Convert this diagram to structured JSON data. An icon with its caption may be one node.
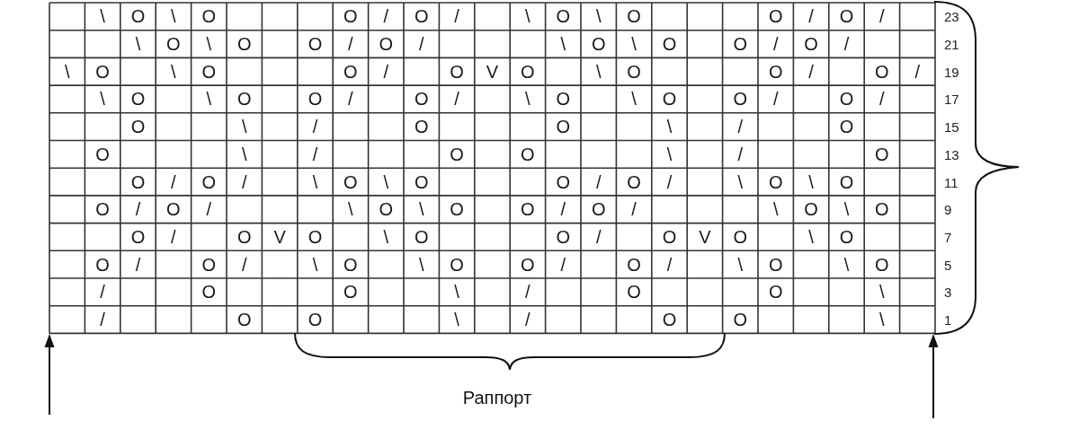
{
  "diagram": {
    "labels": [
      "\\",
      "O",
      "\\",
      "O",
      "O",
      "/",
      "O",
      "/",
      "\\",
      "O",
      "\\",
      "O",
      "O",
      "/",
      "O",
      "/",
      "23",
      "\\",
      "O",
      "\\",
      "O",
      "O",
      "/",
      "O",
      "/",
      "\\",
      "O",
      "\\",
      "O",
      "O",
      "/",
      "O",
      "/",
      "21",
      "\\",
      "O",
      "\\",
      "O",
      "O",
      "/",
      "O",
      "V",
      "O",
      "\\",
      "O",
      "O",
      "/",
      "O",
      "/",
      "19",
      "\\",
      "O",
      "\\",
      "O",
      "O",
      "/",
      "O",
      "/",
      "\\",
      "O",
      "\\",
      "O",
      "O",
      "/",
      "O",
      "/",
      "17",
      "O",
      "\\",
      "/",
      "O",
      "O",
      "\\",
      "/",
      "O",
      "15",
      "O",
      "\\",
      "/",
      "O",
      "O",
      "\\",
      "/",
      "O",
      "13",
      "O",
      "/",
      "O",
      "/",
      "\\",
      "O",
      "\\",
      "O",
      "O",
      "/",
      "O",
      "/",
      "\\",
      "O",
      "\\",
      "O",
      "11",
      "O",
      "/",
      "O",
      "/",
      "\\",
      "O",
      "\\",
      "O",
      "O",
      "/",
      "O",
      "/",
      "\\",
      "O",
      "\\",
      "O",
      "9",
      "O",
      "/",
      "O",
      "V",
      "O",
      "\\",
      "O",
      "O",
      "/",
      "O",
      "V",
      "O",
      "\\",
      "O",
      "7",
      "O",
      "/",
      "O",
      "/",
      "\\",
      "O",
      "\\",
      "O",
      "O",
      "/",
      "O",
      "/",
      "\\",
      "O",
      "\\",
      "O",
      "5",
      "/",
      "O",
      "O",
      "\\",
      "/",
      "O",
      "O",
      "\\",
      "3",
      "/",
      "O",
      "O",
      "\\",
      "/",
      "O",
      "O",
      "\\",
      "1",
      "Раппорт"
    ]
  }
}
